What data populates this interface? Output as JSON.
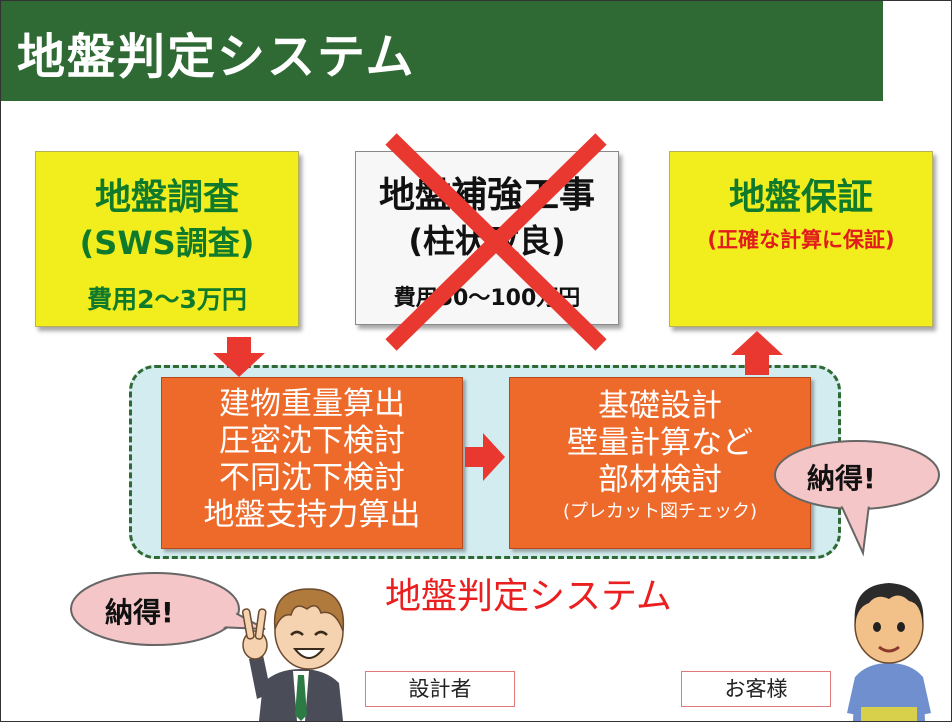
{
  "header": {
    "title": "地盤判定システム"
  },
  "top_boxes": {
    "survey": {
      "title": "地盤調査",
      "subtitle": "(SWS調査)",
      "cost": "費用2〜3万円"
    },
    "reinforcement": {
      "title": "地盤補強工事",
      "subtitle": "(柱状改良)",
      "cost": "費用50〜100万円",
      "crossed_out": true
    },
    "guarantee": {
      "title": "地盤保証",
      "subtitle": "(正確な計算に保証)"
    }
  },
  "process_boxes": {
    "left": {
      "lines": [
        "建物重量算出",
        "圧密沈下検討",
        "不同沈下検討",
        "地盤支持力算出"
      ]
    },
    "right": {
      "lines": [
        "基礎設計",
        "壁量計算など",
        "部材検討"
      ],
      "note": "(プレカット図チェック)"
    }
  },
  "panel_caption": "地盤判定システム",
  "speech": {
    "designer": "納得!",
    "customer": "納得!"
  },
  "roles": {
    "designer": "設計者",
    "customer": "お客様"
  },
  "colors": {
    "header": "#2f6a35",
    "yellow_box": "#f2ee1e",
    "green_text": "#0f7a2c",
    "orange_box": "#ee6a2a",
    "panel_bg": "#d3ecef",
    "arrow": "#e8382f",
    "cross": "#e8382f",
    "caption": "#ea2020"
  }
}
